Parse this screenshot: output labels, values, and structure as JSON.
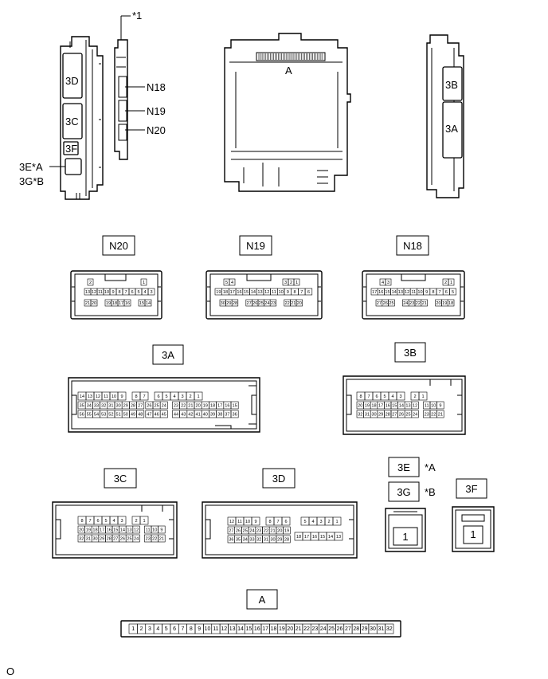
{
  "components": {
    "left_body": {
      "callouts": [
        "3D",
        "3C",
        "3F"
      ],
      "side_callout_line1": "3E*A",
      "side_callout_line2": "3G*B"
    },
    "middle_strip": {
      "note": "*1",
      "callouts": [
        "N18",
        "N19",
        "N20"
      ]
    },
    "center_body": {
      "callout": "A"
    },
    "right_body": {
      "callouts": [
        "3B",
        "3A"
      ]
    }
  },
  "connectors": {
    "N20": {
      "label": "N20",
      "top": [
        "2",
        "1"
      ],
      "row1": [
        "13",
        "12",
        "11",
        "10",
        "9",
        "8",
        "7",
        "6",
        "5",
        "4",
        "3"
      ],
      "row2": [
        "21",
        "20",
        "19",
        "18",
        "17",
        "16",
        "15",
        "14"
      ]
    },
    "N19": {
      "label": "N19",
      "top": [
        "5",
        "4",
        "3",
        "2",
        "1"
      ],
      "row1": [
        "19",
        "18",
        "17",
        "16",
        "15",
        "14",
        "13",
        "12",
        "11",
        "10",
        "9",
        "8",
        "7",
        "6"
      ],
      "row2": [
        "30",
        "29",
        "28",
        "27",
        "26",
        "25",
        "24",
        "23",
        "22",
        "21",
        "20"
      ]
    },
    "N18": {
      "label": "N18",
      "top": [
        "4",
        "3",
        "2",
        "1"
      ],
      "row1": [
        "17",
        "16",
        "15",
        "14",
        "13",
        "12",
        "11",
        "10",
        "9",
        "8",
        "7",
        "6",
        "5"
      ],
      "row2": [
        "27",
        "26",
        "25",
        "24",
        "23",
        "22",
        "21",
        "20",
        "19",
        "18"
      ]
    },
    "3A": {
      "label": "3A",
      "row1": [
        "14",
        "13",
        "12",
        "11",
        "10",
        "9",
        "8",
        "7",
        "6",
        "5",
        "4",
        "3",
        "2",
        "1"
      ],
      "row2": [
        "35",
        "34",
        "33",
        "32",
        "31",
        "30",
        "29",
        "28",
        "27",
        "26",
        "25",
        "24",
        "23",
        "22",
        "21",
        "20",
        "19",
        "18",
        "17",
        "16",
        "15"
      ],
      "row3": [
        "56",
        "55",
        "54",
        "53",
        "52",
        "51",
        "50",
        "49",
        "48",
        "47",
        "46",
        "45",
        "44",
        "43",
        "42",
        "41",
        "40",
        "39",
        "38",
        "37",
        "36"
      ]
    },
    "3B": {
      "label": "3B",
      "row1": [
        "8",
        "7",
        "6",
        "5",
        "4",
        "3",
        "2",
        "1"
      ],
      "row2": [
        "20",
        "19",
        "18",
        "17",
        "16",
        "15",
        "14",
        "13",
        "12",
        "11",
        "10",
        "9"
      ],
      "row3": [
        "32",
        "31",
        "30",
        "29",
        "28",
        "27",
        "26",
        "25",
        "24",
        "23",
        "22",
        "21"
      ]
    },
    "3C": {
      "label": "3C",
      "row1": [
        "8",
        "7",
        "6",
        "5",
        "4",
        "3",
        "2",
        "1"
      ],
      "row2": [
        "20",
        "19",
        "18",
        "17",
        "16",
        "15",
        "14",
        "13",
        "12",
        "11",
        "10",
        "9"
      ],
      "row3": [
        "32",
        "31",
        "30",
        "29",
        "28",
        "27",
        "26",
        "25",
        "24",
        "23",
        "22",
        "21"
      ]
    },
    "3D": {
      "label": "3D",
      "row1": [
        "12",
        "11",
        "10",
        "9",
        "8",
        "7",
        "6",
        "5",
        "4",
        "3",
        "2",
        "1"
      ],
      "row2": [
        "27",
        "26",
        "25",
        "24",
        "23",
        "22",
        "21",
        "20",
        "19"
      ],
      "row3": [
        "36",
        "35",
        "34",
        "33",
        "32",
        "31",
        "30",
        "29",
        "28"
      ],
      "row4": [
        "18",
        "17",
        "16",
        "15",
        "14",
        "13"
      ]
    },
    "3E": {
      "label": "3E",
      "note": "*A",
      "pin": "1"
    },
    "3G": {
      "label": "3G",
      "note": "*B"
    },
    "3F": {
      "label": "3F",
      "pin": "1"
    },
    "A": {
      "label": "A",
      "pins": [
        "1",
        "2",
        "3",
        "4",
        "5",
        "6",
        "7",
        "8",
        "9",
        "10",
        "11",
        "12",
        "13",
        "14",
        "15",
        "16",
        "17",
        "18",
        "19",
        "20",
        "21",
        "22",
        "23",
        "24",
        "25",
        "26",
        "27",
        "28",
        "29",
        "30",
        "31",
        "32"
      ]
    }
  },
  "footer": {
    "code": "O"
  }
}
